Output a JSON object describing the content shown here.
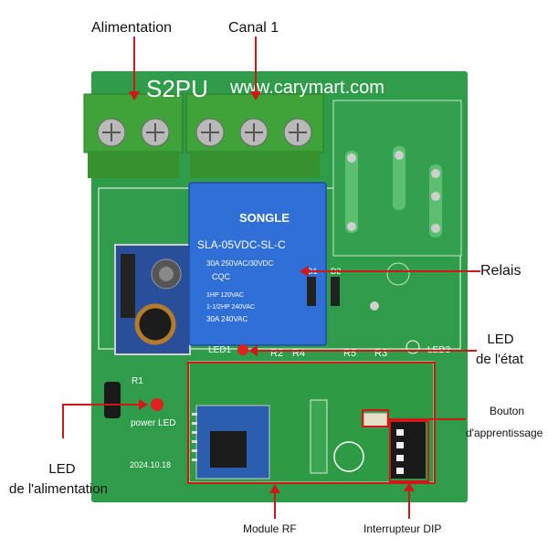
{
  "callouts": {
    "alimentation": "Alimentation",
    "canal1": "Canal 1",
    "relais": "Relais",
    "led_etat_line1": "LED",
    "led_etat_line2": "de l'état",
    "bouton_line1": "Bouton",
    "bouton_line2": "d'apprentissage",
    "led_alim_line1": "LED",
    "led_alim_line2": "de l'alimentation",
    "module_rf": "Module RF",
    "interrupteur_dip": "Interrupteur DIP"
  },
  "board": {
    "model": "S2PU",
    "website": "www.carymart.com",
    "relay_brand": "SONGLE",
    "relay_model": "SLA-05VDC-SL-C",
    "relay_rating1": "30A 250VAC/30VDC",
    "relay_hp1": "1HP 120VAC",
    "relay_hp2": "1-1/2HP 240VAC",
    "relay_rating2": "30A 240VAC",
    "cqc": "CQC",
    "silk_led1": "LED1",
    "silk_r2": "R2",
    "silk_r4": "R4",
    "silk_r5": "R5",
    "silk_r3": "R3",
    "silk_led2": "LED2",
    "silk_d1": "D1",
    "silk_d2": "D2",
    "silk_r1": "R1",
    "power_led": "power LED",
    "date": "2024.10.18"
  },
  "colors": {
    "pcb": "#2f9c4a",
    "terminal": "#3fa33a",
    "relay": "#2f6fd6",
    "callout": "#d01818"
  }
}
